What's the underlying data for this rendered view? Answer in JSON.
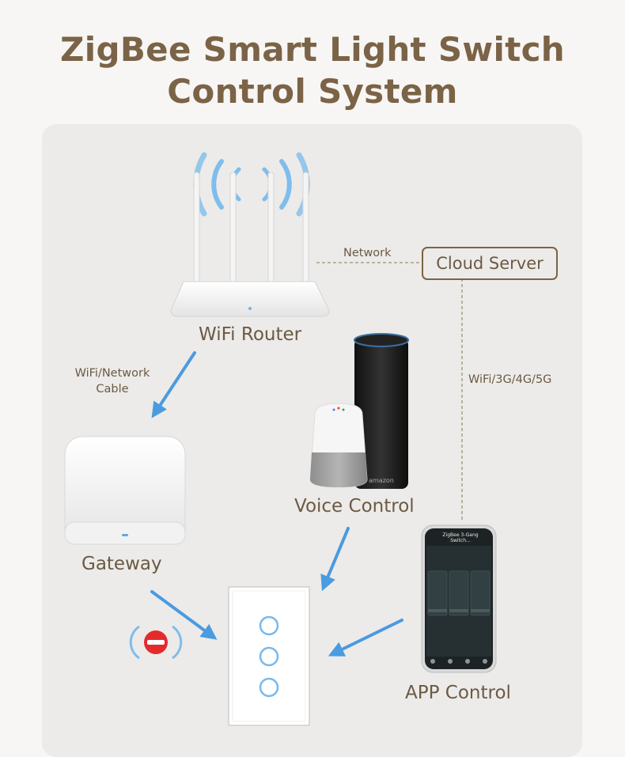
{
  "title": {
    "line1": "ZigBee Smart Light Switch",
    "line2": "Control System"
  },
  "nodes": {
    "router": "WiFi Router",
    "cloud": "Cloud Server",
    "gateway": "Gateway",
    "voice": "Voice Control",
    "app": "APP Control"
  },
  "links": {
    "network": "Network",
    "wifi_cable_line1": "WiFi/Network",
    "wifi_cable_line2": "Cable",
    "mobile": "WiFi/3G/4G/5G"
  },
  "devices": {
    "speaker_brand": "amazon",
    "phone_screen_title": "ZigBee 3-Gang Switch..."
  },
  "colors": {
    "title": "#7b6347",
    "label": "#6b5a44",
    "arrow": "#4a9be0",
    "signal": "#7fbdec",
    "panel": "#ecebe9"
  }
}
